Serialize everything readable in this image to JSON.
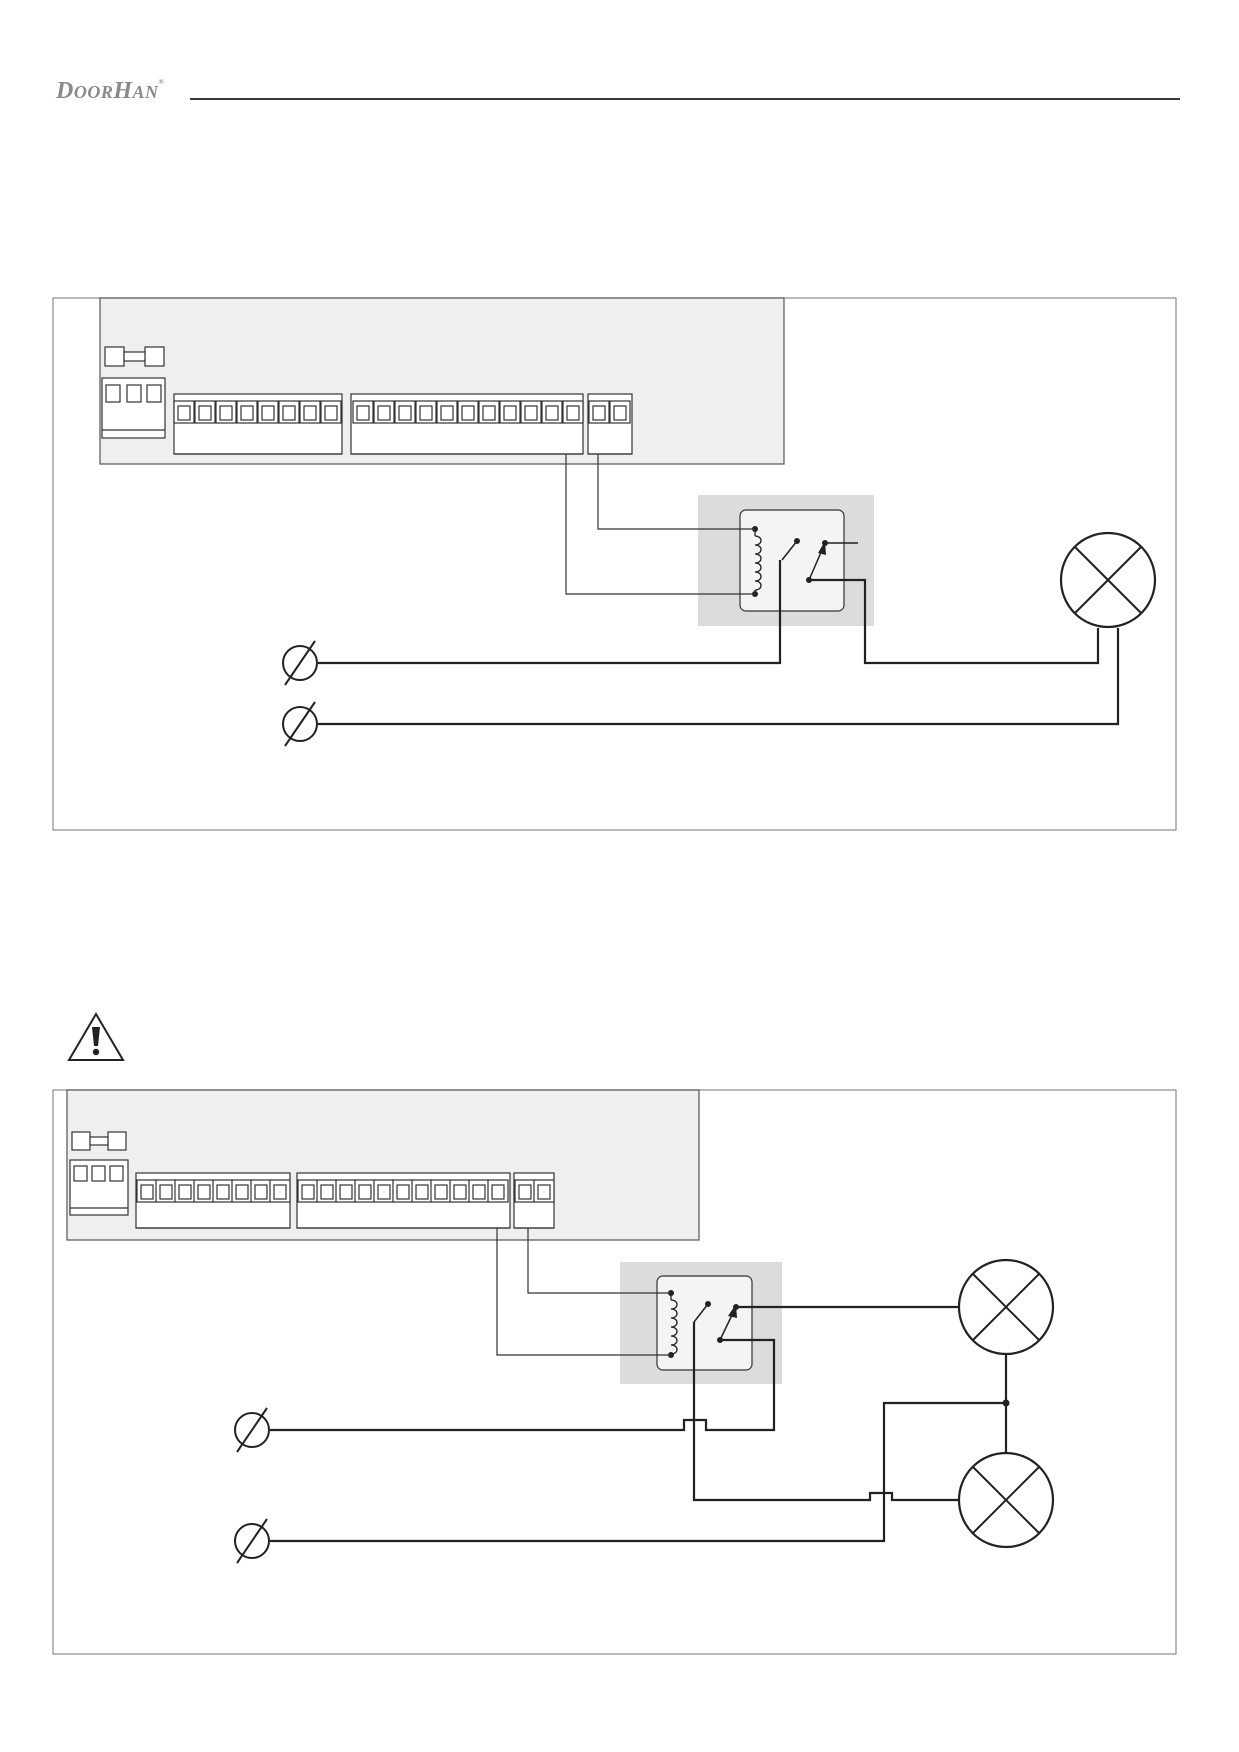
{
  "header": {
    "logo_text_1": "D",
    "logo_text_2": "OOR",
    "logo_text_3": "H",
    "logo_text_4": "AN",
    "logo_mark": "®"
  },
  "icons": {
    "warning": "warning-triangle-icon",
    "lamp": "lamp-icon",
    "mains_terminal": "mains-terminal-icon",
    "relay": "relay-icon",
    "fuse": "fuse-icon"
  },
  "colors": {
    "board_fill": "#efefef",
    "relay_fill": "#dcdcdc",
    "wire": "#222222",
    "frame": "#8c8c8c"
  }
}
